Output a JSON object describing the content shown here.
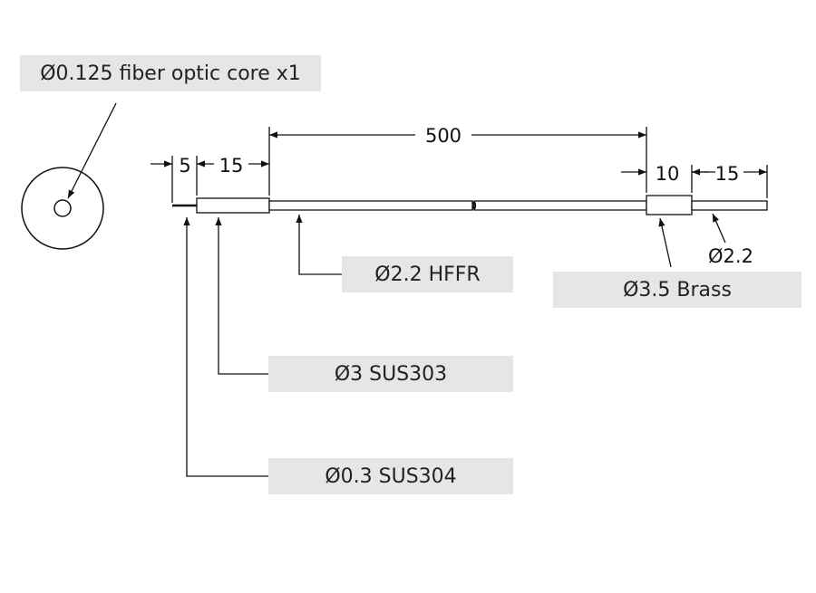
{
  "callouts": {
    "core": "Ø0.125 fiber optic core x1",
    "jacket": "Ø2.2 HFFR",
    "brass": "Ø3.5 Brass",
    "sus303": "Ø3  SUS303",
    "sus304": "Ø0.3  SUS304"
  },
  "dimensions": {
    "tip": "5",
    "ferrule": "15",
    "cable": "500",
    "sleeve": "10",
    "tail": "15",
    "tail_diameter": "Ø2.2"
  },
  "colors": {
    "line": "#111111",
    "label_bg": "#e6e6e6",
    "label_text": "#222222"
  }
}
